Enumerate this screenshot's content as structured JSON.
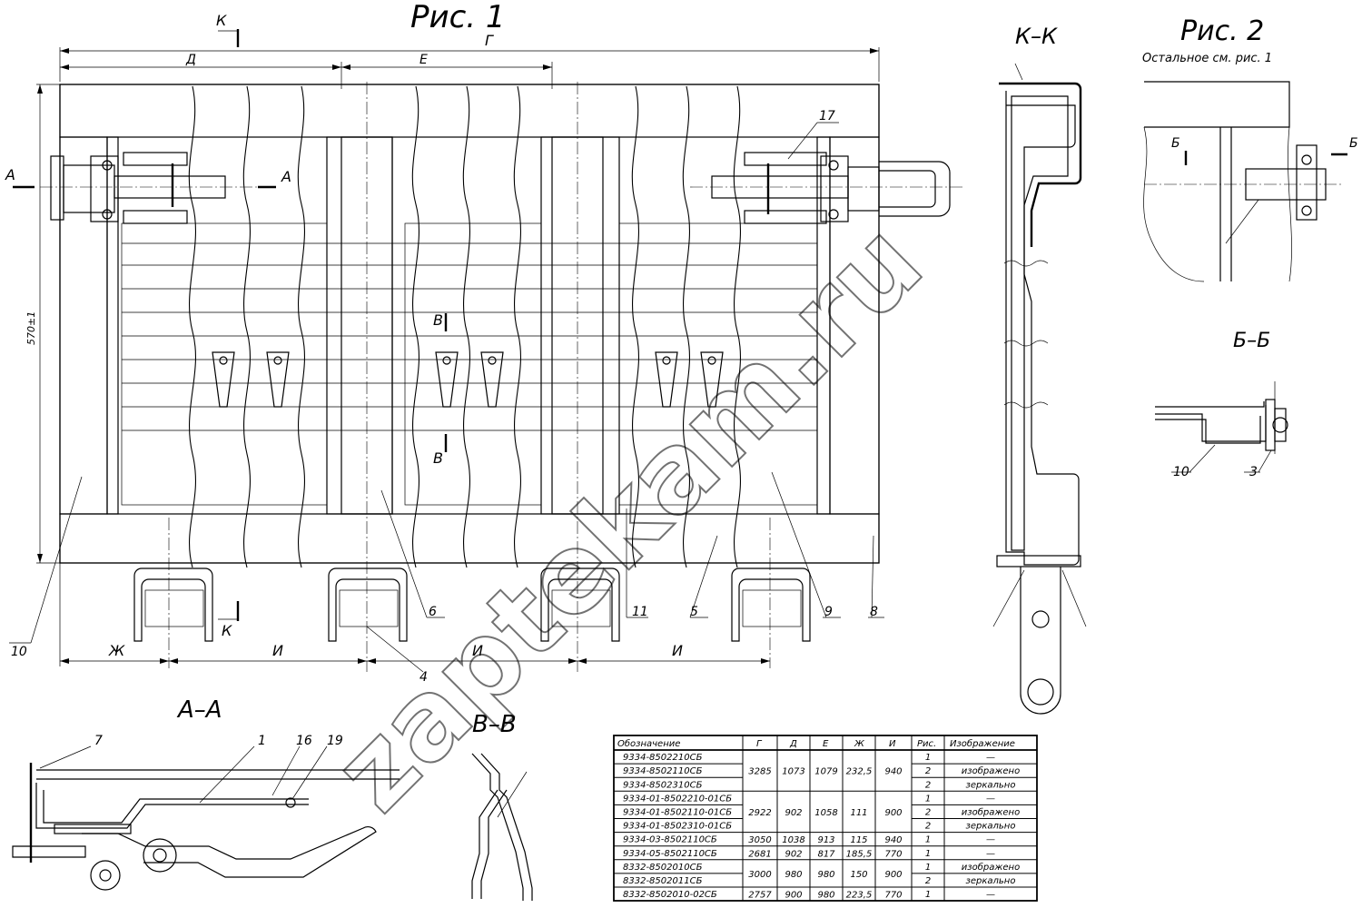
{
  "titles": {
    "fig1": "Рис. 1",
    "fig2": "Рис. 2",
    "fig2_note": "Остальное см. рис. 1",
    "section_kk": "К–К",
    "section_aa": "А–А",
    "section_vv": "В–В",
    "section_bb": "Б–Б"
  },
  "dims": {
    "G": "Г",
    "D": "Д",
    "E": "Е",
    "Zh": "Ж",
    "I1": "И",
    "I2": "И",
    "I3": "И",
    "height": "570±1"
  },
  "cut_marks": {
    "A1": "А",
    "A2": "А",
    "K1": "К",
    "K2": "К",
    "V1": "В",
    "V2": "В",
    "B1": "Б",
    "B2": "Б"
  },
  "callouts": {
    "p17": "17",
    "p10": "10",
    "p6": "6",
    "p11": "11",
    "p5": "5",
    "p9": "9",
    "p8": "8",
    "p4": "4",
    "p7": "7",
    "p1": "1",
    "p16": "16",
    "p19": "19",
    "bb10": "10",
    "bb3": "3"
  },
  "watermark": "zaptekam.ru",
  "spec_table": {
    "headers": [
      "Обозначение",
      "Г",
      "Д",
      "Е",
      "Ж",
      "И",
      "Рис.",
      "Изображение"
    ],
    "rows": [
      {
        "designation": "9334-8502210СБ",
        "fig": "1",
        "image": "—"
      },
      {
        "designation": "9334-8502110СБ",
        "fig": "2",
        "image": "изображено"
      },
      {
        "designation": "9334-8502310СБ",
        "fig": "2",
        "image": "зеркально"
      },
      {
        "designation": "9334-01-8502210-01СБ",
        "fig": "1",
        "image": "—"
      },
      {
        "designation": "9334-01-8502110-01СБ",
        "fig": "2",
        "image": "изображено"
      },
      {
        "designation": "9334-01-8502310-01СБ",
        "fig": "2",
        "image": "зеркально"
      },
      {
        "designation": "9334-03-8502110СБ",
        "fig": "1",
        "image": "—"
      },
      {
        "designation": "9334-05-8502110СБ",
        "fig": "1",
        "image": "—"
      },
      {
        "designation": "8332-8502010СБ",
        "fig": "1",
        "image": "изображено"
      },
      {
        "designation": "8332-8502011СБ",
        "fig": "2",
        "image": "зеркально"
      },
      {
        "designation": "8332-8502010-02СБ",
        "fig": "1",
        "image": "—"
      }
    ],
    "groups": [
      {
        "G": "3285",
        "D": "1073",
        "E": "1079",
        "Zh": "232,5",
        "I": "940"
      },
      {
        "G": "2922",
        "D": "902",
        "E": "1058",
        "Zh": "111",
        "I": "900"
      },
      {
        "G": "3050",
        "D": "1038",
        "E": "913",
        "Zh": "115",
        "I": "940"
      },
      {
        "G": "2681",
        "D": "902",
        "E": "817",
        "Zh": "185,5",
        "I": "770"
      },
      {
        "G": "3000",
        "D": "980",
        "E": "980",
        "Zh": "150",
        "I": "900"
      },
      {
        "G": "2757",
        "D": "900",
        "E": "980",
        "Zh": "223,5",
        "I": "770"
      }
    ]
  }
}
